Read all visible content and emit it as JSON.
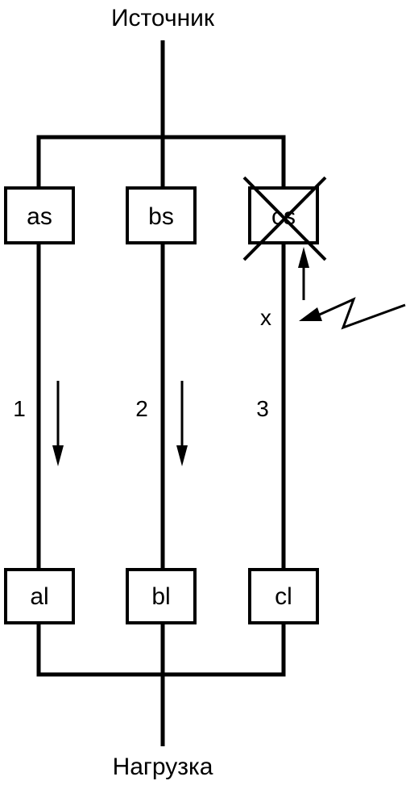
{
  "diagram": {
    "source_label": "Источник",
    "load_label": "Нагрузка",
    "source_boxes": [
      {
        "label": "as",
        "failed": false
      },
      {
        "label": "bs",
        "failed": false
      },
      {
        "label": "cs",
        "failed": true
      }
    ],
    "load_boxes": [
      {
        "label": "al"
      },
      {
        "label": "bl"
      },
      {
        "label": "cl"
      }
    ],
    "channel_numbers": [
      "1",
      "2",
      "3"
    ],
    "fault_label": "x"
  }
}
